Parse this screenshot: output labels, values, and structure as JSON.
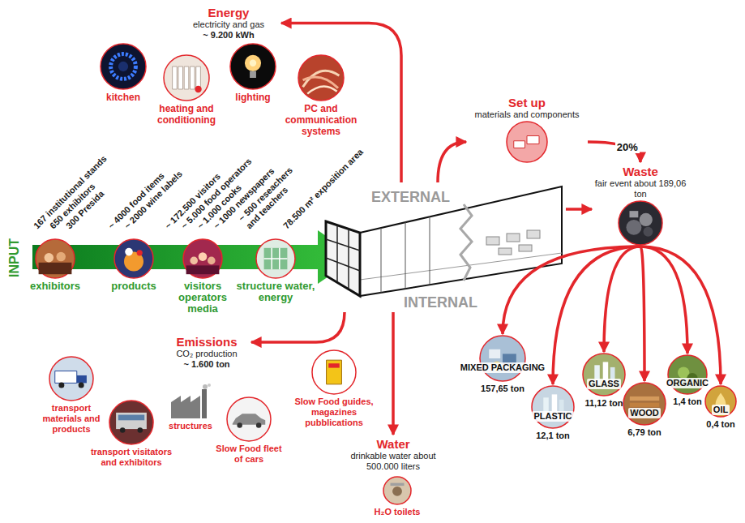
{
  "diagram": {
    "nodes": [
      {
        "text": [
          "EXTERNAL",
          "INTERNAL"
        ]
      },
      {
        "text": [
          "Energy",
          "electricity and gas",
          "~ 9.200 kWh"
        ]
      },
      {
        "text": [
          "kitchen"
        ]
      },
      {
        "text": [
          "heating and conditioning"
        ]
      },
      {
        "text": [
          "lighting"
        ]
      },
      {
        "text": [
          "PC and communication systems"
        ]
      },
      {
        "text": [
          "exhibitors"
        ]
      },
      {
        "text": [
          "products"
        ]
      },
      {
        "text": [
          "visitors operators media"
        ]
      },
      {
        "text": [
          "structure water, energy"
        ]
      },
      {
        "text": [
          "Set up",
          "materials and components"
        ]
      },
      {
        "text": [
          "Waste",
          "fair event about 189,06 ton"
        ]
      },
      {
        "text": [
          "MIXED PACKAGING",
          "157,65 ton"
        ]
      },
      {
        "text": [
          "PLASTIC",
          "12,1 ton"
        ]
      },
      {
        "text": [
          "GLASS",
          "11,12 ton"
        ]
      },
      {
        "text": [
          "WOOD",
          "6,79 ton"
        ]
      },
      {
        "text": [
          "ORGANIC",
          "1,4 ton"
        ]
      },
      {
        "text": [
          "OIL",
          "0,4 ton"
        ]
      },
      {
        "text": [
          "Emissions",
          "CO₂ production",
          "~ 1.600 ton"
        ]
      },
      {
        "text": [
          "transport materials and products"
        ]
      },
      {
        "text": [
          "transport visitators and exhibitors"
        ]
      },
      {
        "text": [
          "structures"
        ]
      },
      {
        "text": [
          "Slow Food fleet of cars"
        ]
      },
      {
        "text": [
          "Slow Food guides, magazines pubblications"
        ]
      },
      {
        "text": [
          "Water",
          "drinkable water about 500.000 liters"
        ]
      },
      {
        "text": [
          "H₂O toilets"
        ]
      }
    ],
    "edges": [
      {
        "from": 0,
        "to": 1,
        "arrow": "to"
      },
      {
        "from": 0,
        "to": 10,
        "arrow": "to"
      },
      {
        "from": 10,
        "to": 11,
        "label": "20%",
        "arrow": "to"
      },
      {
        "from": 0,
        "to": 11,
        "arrow": "to"
      },
      {
        "from": 11,
        "to": 12,
        "arrow": "to"
      },
      {
        "from": 11,
        "to": 13,
        "arrow": "to"
      },
      {
        "from": 11,
        "to": 14,
        "arrow": "to"
      },
      {
        "from": 11,
        "to": 15,
        "arrow": "to"
      },
      {
        "from": 11,
        "to": 16,
        "arrow": "to"
      },
      {
        "from": 11,
        "to": 17,
        "arrow": "to"
      },
      {
        "from": 0,
        "to": 18,
        "arrow": "to"
      },
      {
        "from": 0,
        "to": 24,
        "arrow": "to"
      }
    ],
    "labels": [
      "INPUT",
      "167 institutional stands",
      "650 exhibitors",
      "300 Presida",
      "~ 4000 food items",
      "~ 2000 wine labels",
      "~ 172.500 visitors",
      "~ 5.000 food operators",
      "~ 1.000 cooks",
      "~ 1000 newspapers",
      "~ 500 reseachers and teachers",
      "78.500 m² exposition area"
    ]
  }
}
